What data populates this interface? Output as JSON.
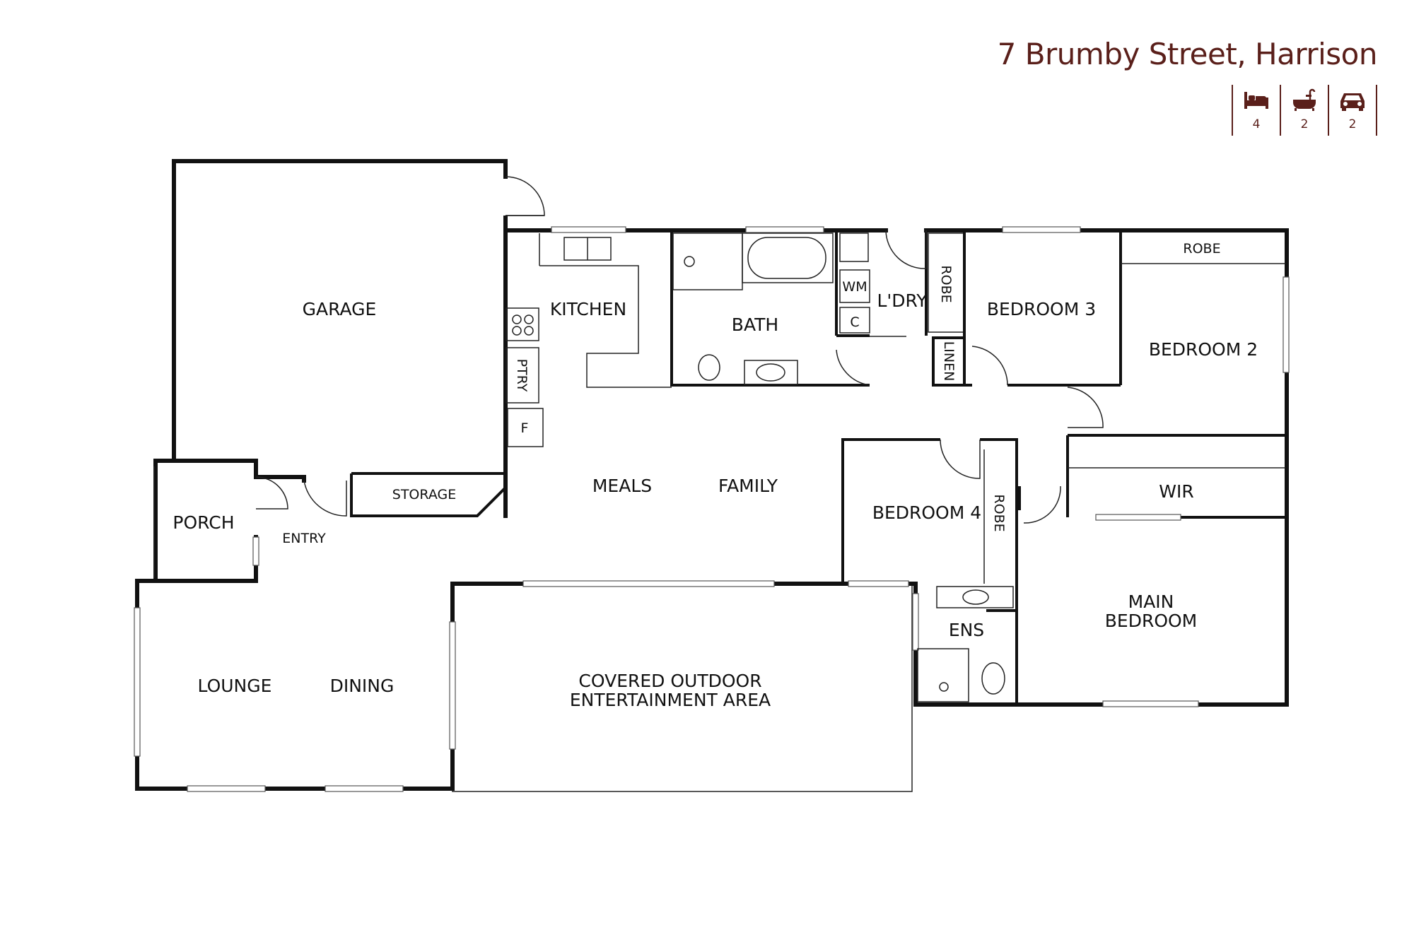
{
  "header": {
    "address": "7 Brumby Street, Harrison",
    "features": [
      {
        "icon": "bed-icon",
        "count": "4"
      },
      {
        "icon": "bath-icon",
        "count": "2"
      },
      {
        "icon": "car-icon",
        "count": "2"
      }
    ]
  },
  "rooms": {
    "garage": "GARAGE",
    "kitchen": "KITCHEN",
    "bath": "BATH",
    "wm": "WM",
    "c": "C",
    "ldry": "L'DRY",
    "robe_bed3": "ROBE",
    "linen": "LINEN",
    "bedroom3": "BEDROOM 3",
    "robe_bed2": "ROBE",
    "bedroom2": "BEDROOM 2",
    "ptry": "PTRY",
    "fridge": "F",
    "storage": "STORAGE",
    "meals": "MEALS",
    "family": "FAMILY",
    "porch": "PORCH",
    "entry": "ENTRY",
    "bedroom4": "BEDROOM 4",
    "robe_bed4": "ROBE",
    "wir": "WIR",
    "ens": "ENS",
    "main_bedroom_1": "MAIN",
    "main_bedroom_2": "BEDROOM",
    "lounge": "LOUNGE",
    "dining": "DINING",
    "outdoor_1": "COVERED OUTDOOR",
    "outdoor_2": "ENTERTAINMENT AREA"
  },
  "colors": {
    "accent": "#5a1f1a",
    "walls": "#111111"
  }
}
